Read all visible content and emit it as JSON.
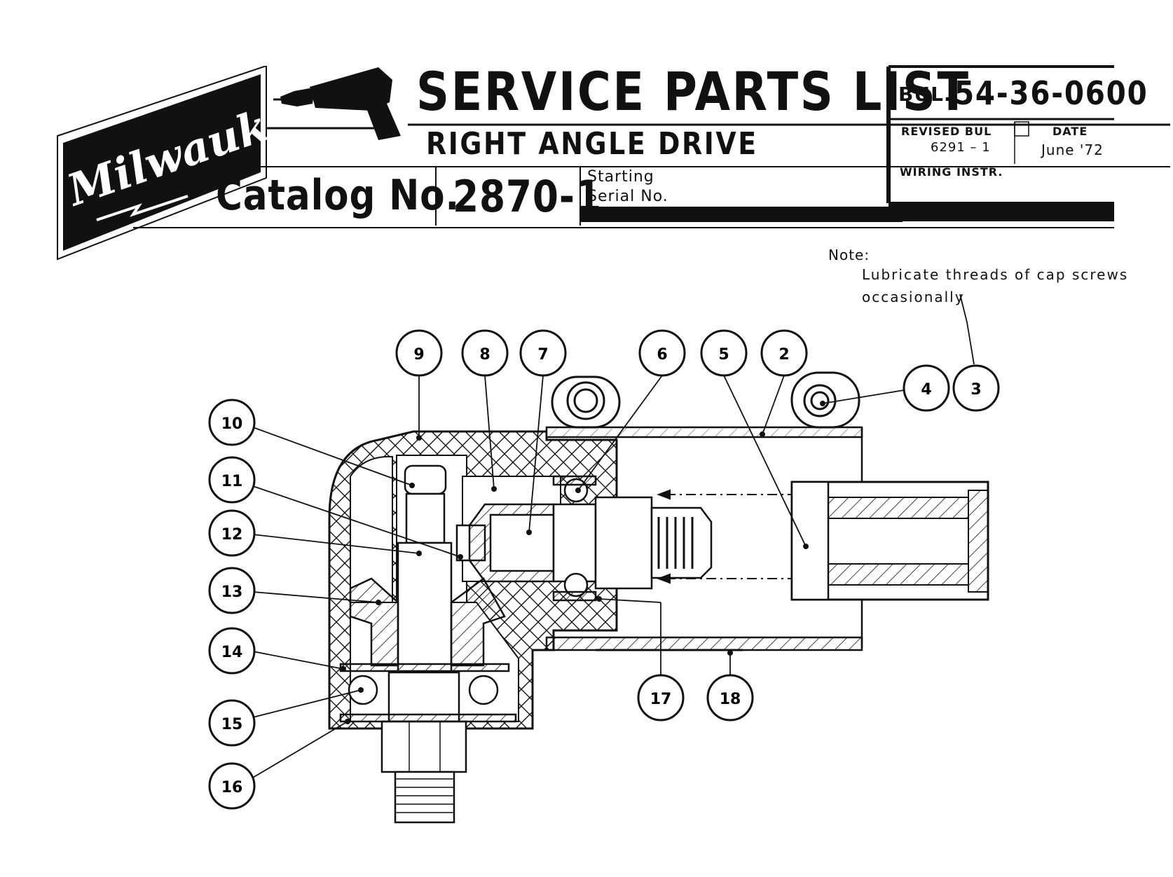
{
  "header": {
    "brand_logo": "Milwaukee",
    "title": "SERVICE PARTS LIST",
    "subtitle": "RIGHT ANGLE DRIVE",
    "catalog_label": "Catalog No.",
    "catalog_number": "2870-1",
    "starting_label": "Starting",
    "serial_label": "Serial No.",
    "bulletin_prefix": "BUL.",
    "bulletin_number": "54-36-0600",
    "revised_label": "REVISED BUL",
    "revised_value": "6291 – 1",
    "date_label": "DATE",
    "date_value": "June '72",
    "wiring_label": "WIRING INSTR."
  },
  "note": {
    "label": "Note:",
    "line1": "Lubricate threads of cap screws",
    "line2": "occasionally"
  },
  "callouts": [
    "2",
    "3",
    "4",
    "5",
    "6",
    "7",
    "8",
    "9",
    "10",
    "11",
    "12",
    "13",
    "14",
    "15",
    "16",
    "17",
    "18"
  ],
  "icons": [
    "milwaukee-logo",
    "drill-icon"
  ],
  "colors": {
    "ink": "#111111",
    "paper": "#ffffff"
  }
}
